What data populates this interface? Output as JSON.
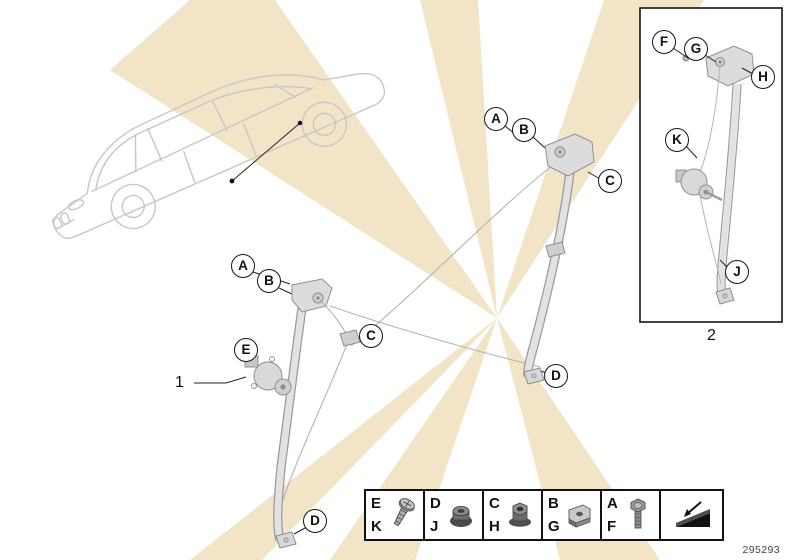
{
  "colors": {
    "ray": "#f2e4c7",
    "art_line": "#9c9c9c",
    "art_fill": "#dcdcdc",
    "car_line": "#c7c7c7",
    "outline": "#141414"
  },
  "drawing_number": "295293",
  "item_labels": [
    {
      "number": "1"
    },
    {
      "number": "2"
    }
  ],
  "callouts": [
    {
      "letter": "A"
    },
    {
      "letter": "B"
    },
    {
      "letter": "C"
    },
    {
      "letter": "E"
    },
    {
      "letter": "D"
    },
    {
      "letter": "A"
    },
    {
      "letter": "B"
    },
    {
      "letter": "C"
    },
    {
      "letter": "D"
    },
    {
      "letter": "F"
    },
    {
      "letter": "G"
    },
    {
      "letter": "H"
    },
    {
      "letter": "K"
    },
    {
      "letter": "J"
    }
  ],
  "legend": {
    "cells": [
      {
        "top": "E",
        "bottom": "K",
        "icon": "pan-head-screw-icon"
      },
      {
        "top": "D",
        "bottom": "J",
        "icon": "flange-nut-icon"
      },
      {
        "top": "C",
        "bottom": "H",
        "icon": "hex-flange-nut-icon"
      },
      {
        "top": "B",
        "bottom": "G",
        "icon": "clip-nut-icon"
      },
      {
        "top": "A",
        "bottom": "F",
        "icon": "hex-bolt-icon"
      },
      {
        "icon": "install-direction-icon"
      }
    ]
  }
}
